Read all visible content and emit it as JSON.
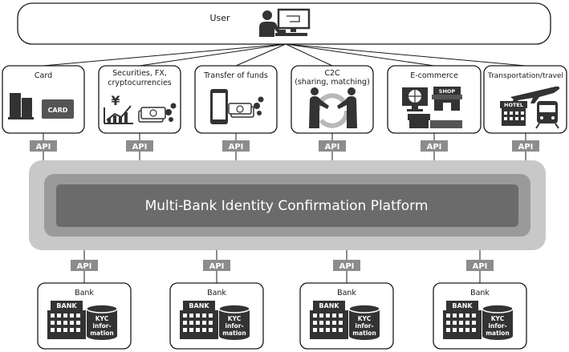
{
  "user": {
    "label": "User"
  },
  "platform": {
    "title": "Multi-Bank Identity Confirmation Platform"
  },
  "api_label": "API",
  "services": [
    {
      "label_lines": [
        "Card"
      ],
      "badge": "CARD"
    },
    {
      "label_lines": [
        "Securities, FX,",
        "cryptocurrencies"
      ],
      "badge": "¥"
    },
    {
      "label_lines": [
        "Transfer of funds"
      ]
    },
    {
      "label_lines": [
        "C2C",
        "(sharing, matching)"
      ]
    },
    {
      "label_lines": [
        "E-commerce"
      ],
      "badge": "SHOP"
    },
    {
      "label_lines": [
        "Transportation/travel"
      ],
      "badge": "HOTEL"
    }
  ],
  "banks": [
    {
      "label": "Bank",
      "building_label": "BANK",
      "kyc_lines": [
        "KYC",
        "infor-",
        "mation"
      ]
    },
    {
      "label": "Bank",
      "building_label": "BANK",
      "kyc_lines": [
        "KYC",
        "infor-",
        "mation"
      ]
    },
    {
      "label": "Bank",
      "building_label": "BANK",
      "kyc_lines": [
        "KYC",
        "infor-",
        "mation"
      ]
    },
    {
      "label": "Bank",
      "building_label": "BANK",
      "kyc_lines": [
        "KYC",
        "infor-",
        "mation"
      ]
    }
  ],
  "colors": {
    "outline": "#1a1a1a",
    "api_badge": "#8c8c8c",
    "platform_outer": "#c8c8c8",
    "platform_mid": "#9a9a9a",
    "platform_inner": "#6b6b6b",
    "icon": "#333333"
  }
}
